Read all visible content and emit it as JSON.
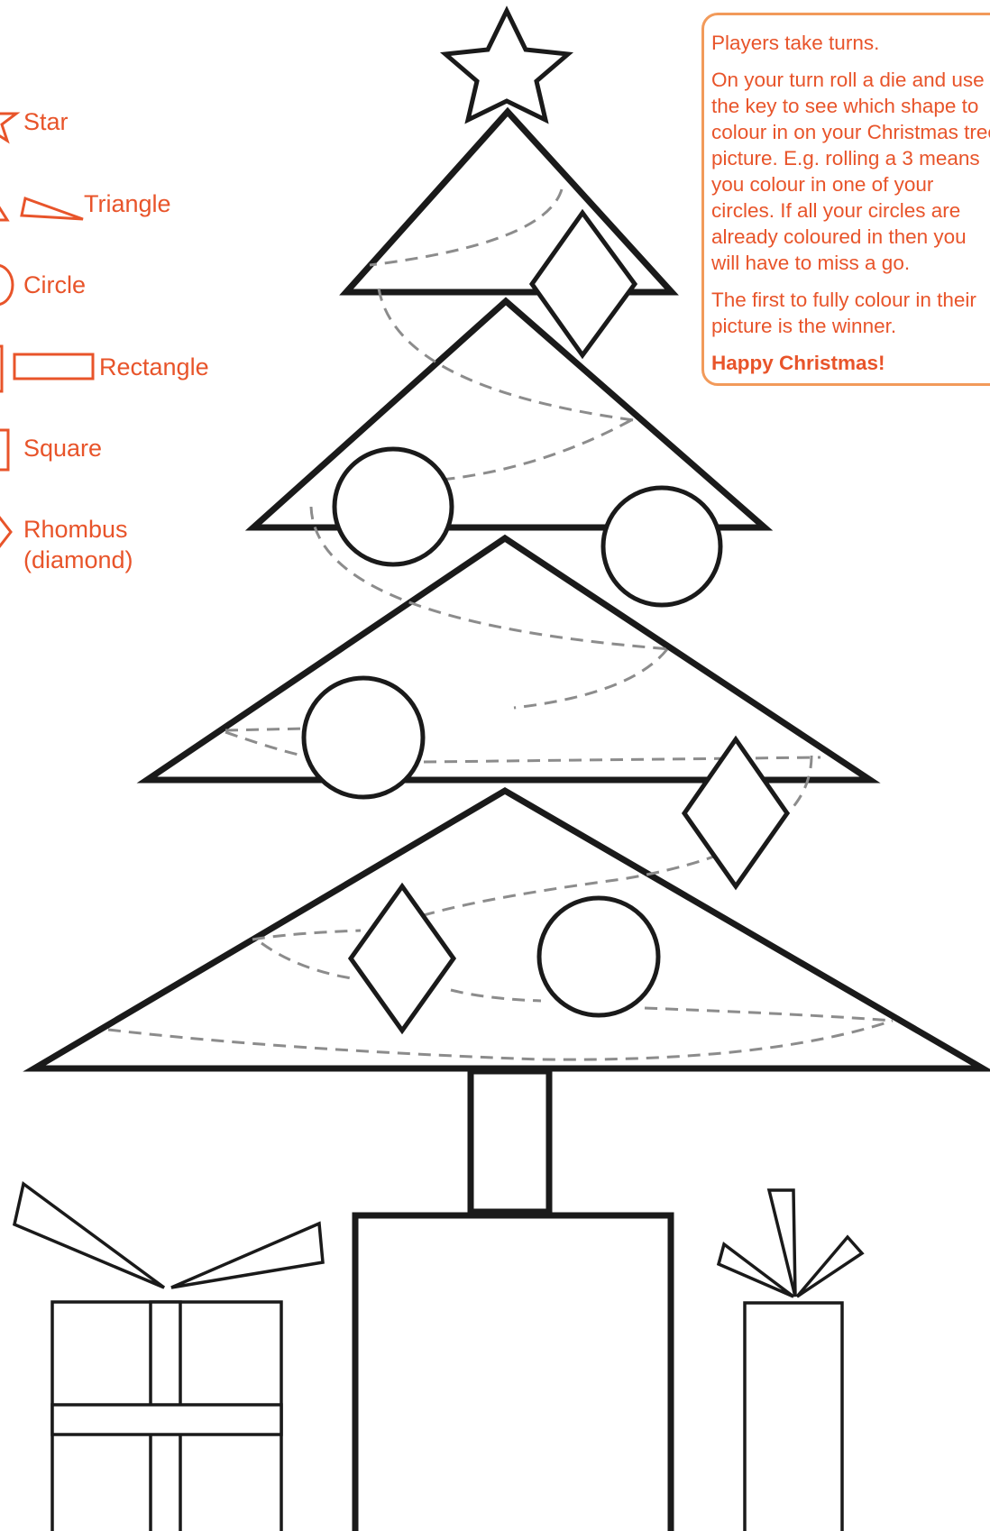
{
  "key": {
    "items": [
      {
        "label": "Star",
        "icon": "star-icon"
      },
      {
        "label": "Triangle",
        "icon": "triangle-icon"
      },
      {
        "label": "Circle",
        "icon": "circle-icon"
      },
      {
        "label": "Rectangle",
        "icon": "rectangle-icon"
      },
      {
        "label": "Square",
        "icon": "square-icon"
      },
      {
        "label": "Rhombus",
        "label_line2": "(diamond)",
        "icon": "rhombus-icon"
      }
    ]
  },
  "instructions": {
    "line1": "Players take turns.",
    "para2": [
      "On your turn roll a die and use",
      "the key to see which shape to",
      "colour in on your Christmas tree",
      "picture. E.g. rolling a 3 means",
      "you colour in one of your",
      "circles. If all your circles are",
      "already coloured in then you",
      "will have to miss a go."
    ],
    "para3": [
      "The first to fully colour in their",
      "picture is the winner."
    ],
    "closing": "Happy Christmas!"
  },
  "colors": {
    "accent": "#e8542a",
    "box_border": "#f29a5a",
    "outline": "#1a1a1a",
    "tinsel": "#8c8c8c",
    "background": "#ffffff"
  }
}
